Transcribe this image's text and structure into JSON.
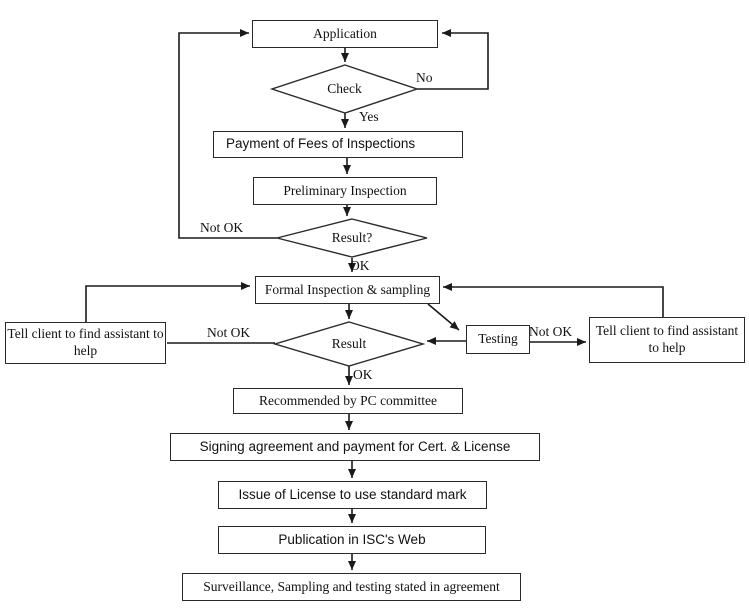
{
  "diagram": {
    "type": "flowchart",
    "title": "Certification and licensing process flowchart",
    "nodes": {
      "application": {
        "label": "Application",
        "shape": "rect"
      },
      "check": {
        "label": "Check",
        "shape": "diamond"
      },
      "payment": {
        "label": "Payment of Fees of Inspections",
        "shape": "rect"
      },
      "preliminary": {
        "label": "Preliminary Inspection",
        "shape": "rect"
      },
      "result1": {
        "label": "Result?",
        "shape": "diamond"
      },
      "formal": {
        "label": "Formal Inspection & sampling",
        "shape": "rect"
      },
      "tell_left": {
        "label": "Tell client to find assistant to help",
        "shape": "rect"
      },
      "result2": {
        "label": "Result",
        "shape": "diamond"
      },
      "testing": {
        "label": "Testing",
        "shape": "rect"
      },
      "tell_right": {
        "label": "Tell client to find assistant to help",
        "shape": "rect"
      },
      "recommended": {
        "label": "Recommended by PC committee",
        "shape": "rect"
      },
      "signing": {
        "label": "Signing agreement and payment for Cert. & License",
        "shape": "rect"
      },
      "issue": {
        "label": "Issue of License to use standard mark",
        "shape": "rect"
      },
      "publication": {
        "label": "Publication in ISC's Web",
        "shape": "rect"
      },
      "surveillance": {
        "label": "Surveillance, Sampling and testing stated in agreement",
        "shape": "rect"
      }
    },
    "edge_labels": {
      "check_no": "No",
      "check_yes": "Yes",
      "result1_not_ok": "Not OK",
      "result1_ok": "OK",
      "result2_not_ok": "Not OK",
      "result2_ok": "OK",
      "testing_not_ok": "Not OK"
    },
    "colors": {
      "line": "#1a1a1a",
      "border": "#2a2a2a",
      "background": "#ffffff",
      "text": "#111111"
    }
  }
}
